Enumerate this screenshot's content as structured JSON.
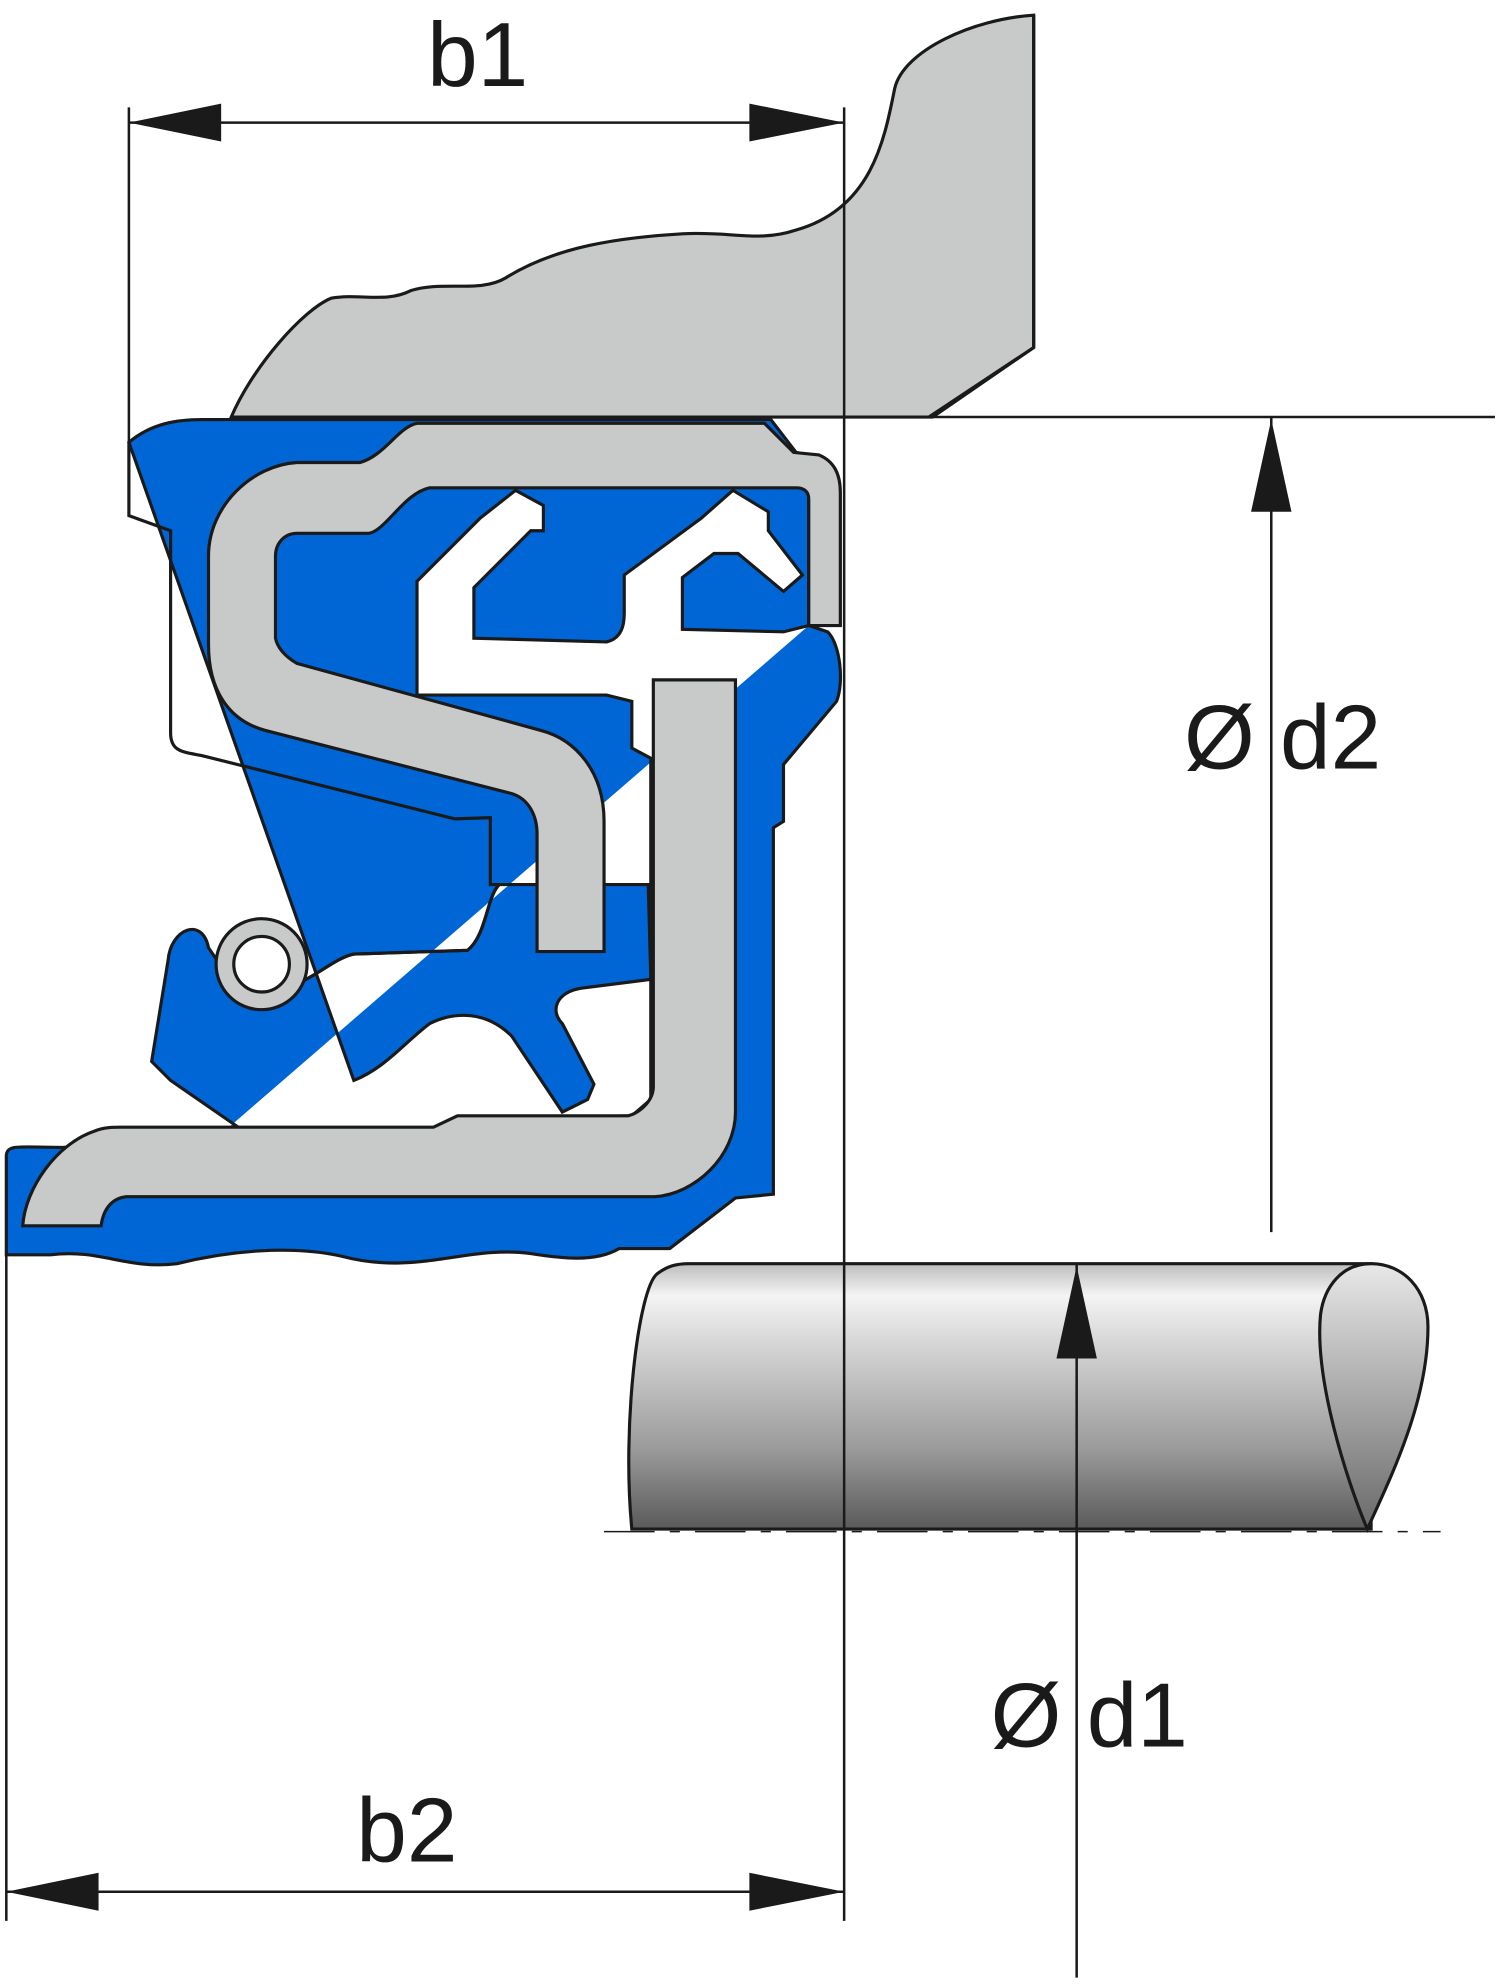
{
  "dimensions": {
    "b1": "b1",
    "b2": "b2",
    "d1": "Ø d1",
    "d2": "Ø d2"
  },
  "colors": {
    "seal": "#0066d6",
    "insert": "#c8c9c9",
    "housing": "#c8c9c9",
    "outline": "#1a1a1a"
  }
}
